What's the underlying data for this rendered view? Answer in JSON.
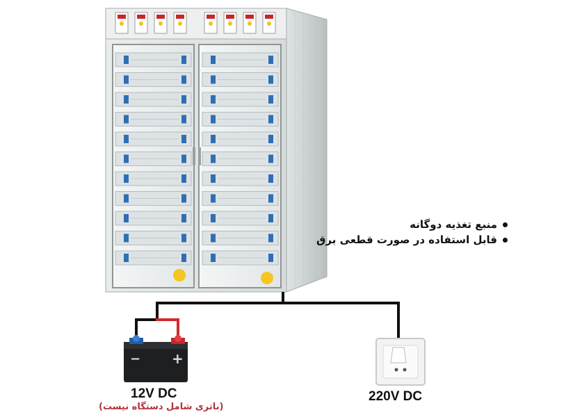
{
  "features": [
    "منبع تغذیه دوگانه",
    "قابل استفاده در صورت قطعی برق"
  ],
  "battery": {
    "label": "12V DC",
    "note": "(باتری شامل دستگاه نیست)",
    "minus": "−",
    "plus": "+"
  },
  "socket": {
    "label": "220V DC"
  },
  "colors": {
    "wire_black": "#111111",
    "wire_red": "#d12b2b",
    "note_red": "#b2323b"
  }
}
